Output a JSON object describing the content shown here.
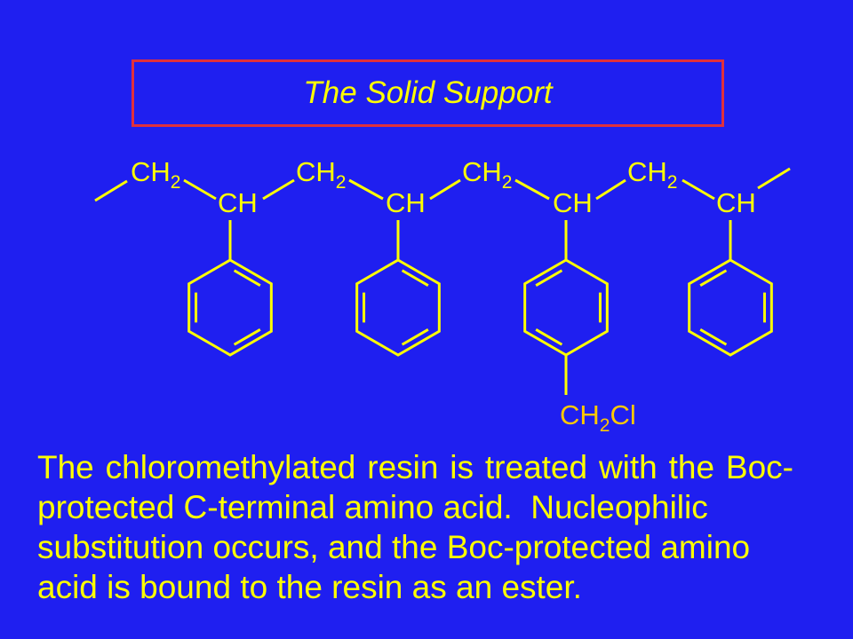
{
  "slide": {
    "title": "The Solid Support",
    "body_lines": [
      "The chloromethylated resin is treated with the Boc-",
      "protected C-terminal amino acid.  Nucleophilic",
      "substitution occurs, and the Boc-protected amino",
      "acid is bound to the resin as an ester."
    ]
  },
  "structure": {
    "backbone": [
      {
        "main": "CH",
        "sub": "2"
      },
      {
        "main": "CH"
      },
      {
        "main": "CH",
        "sub": "2"
      },
      {
        "main": "CH"
      },
      {
        "main": "CH",
        "sub": "2"
      },
      {
        "main": "CH"
      },
      {
        "main": "CH",
        "sub": "2"
      },
      {
        "main": "CH"
      }
    ],
    "substituent": {
      "main": "CH",
      "sub": "2",
      "tail": "Cl"
    }
  },
  "colors": {
    "background": "#1f1ff0",
    "text": "#ffff00",
    "title_border": "#e0303c",
    "substituent": "#ffc800"
  }
}
